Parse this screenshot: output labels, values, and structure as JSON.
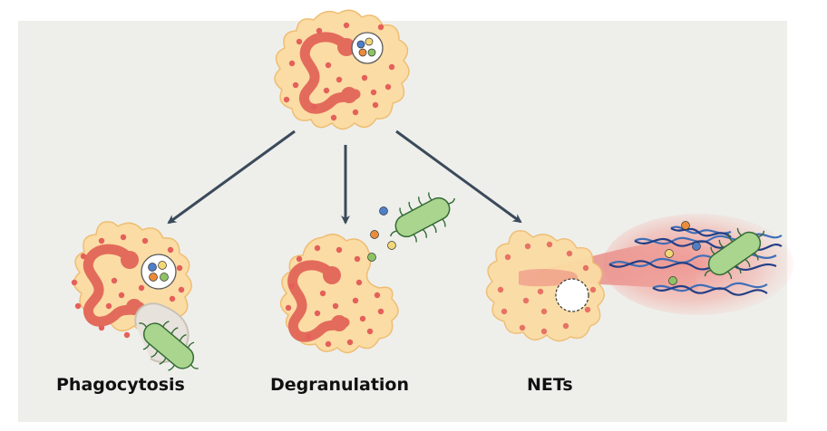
{
  "labels": {
    "phagocytosis": "Phagocytosis",
    "degranulation": "Degranulation",
    "nets": "NETs"
  },
  "colors": {
    "panel_bg": "#eeefeb",
    "cell_fill": "#fbdca4",
    "cell_edge": "#efbd73",
    "nucleus": "#e36b5c",
    "granule": "#e4605a",
    "bacterium": "#a9d58f",
    "bacterium_edge": "#356b35",
    "arrow": "#3b4a5a",
    "dna_blue": "#3f6fb8",
    "dna_dark": "#233f86",
    "net_haze": "#ee8a86",
    "granule_blue": "#4f7fc9",
    "granule_orange": "#ea8c3b",
    "granule_green": "#8cc465",
    "granule_yellow": "#f2d778"
  }
}
